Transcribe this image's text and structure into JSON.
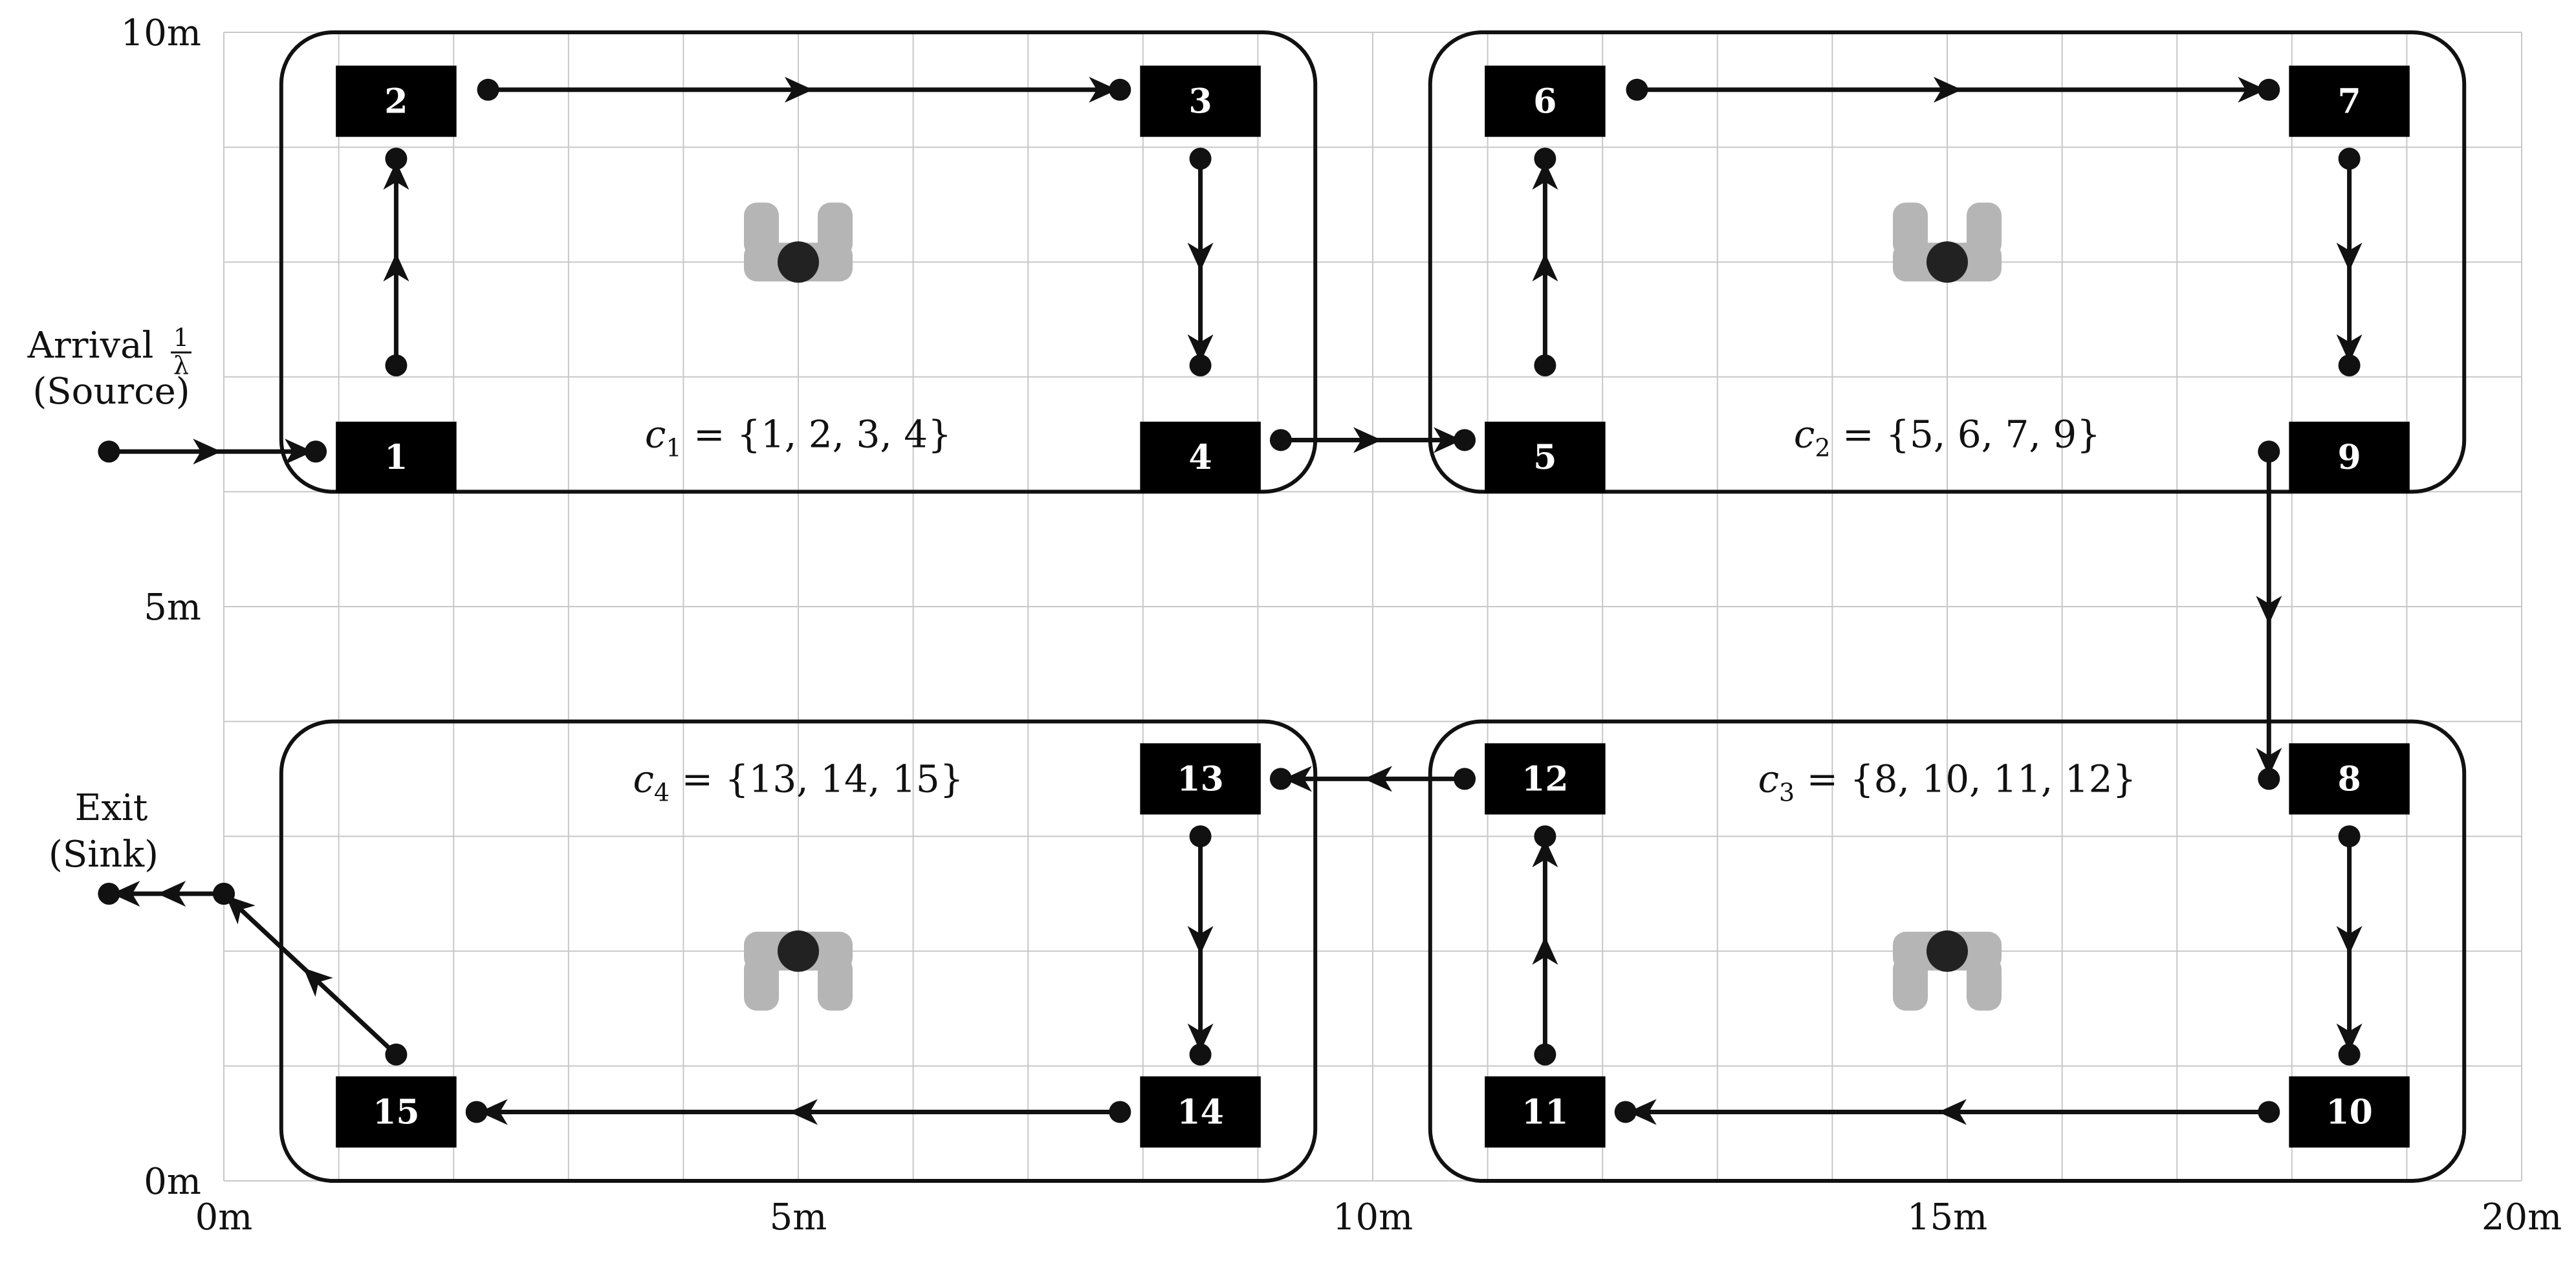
{
  "axes": {
    "x_ticks": [
      {
        "value": 0,
        "label": "0m"
      },
      {
        "value": 5,
        "label": "5m"
      },
      {
        "value": 10,
        "label": "10m"
      },
      {
        "value": 15,
        "label": "15m"
      },
      {
        "value": 20,
        "label": "20m"
      }
    ],
    "y_ticks": [
      {
        "value": 0,
        "label": "0m"
      },
      {
        "value": 5,
        "label": "5m"
      },
      {
        "value": 10,
        "label": "10m"
      }
    ],
    "grid_step": 1,
    "x_range": [
      0,
      20
    ],
    "y_range": [
      0,
      10
    ]
  },
  "source": {
    "line1": "Arrival",
    "frac_num": "1",
    "frac_den": "λ",
    "line2": "(Source)"
  },
  "sink": {
    "line1": "Exit",
    "line2": "(Sink)"
  },
  "stations": [
    {
      "id": "1",
      "x": 1.5,
      "y": 6.3
    },
    {
      "id": "2",
      "x": 1.5,
      "y": 9.4
    },
    {
      "id": "3",
      "x": 8.5,
      "y": 9.4
    },
    {
      "id": "4",
      "x": 8.5,
      "y": 6.3
    },
    {
      "id": "5",
      "x": 11.5,
      "y": 6.3
    },
    {
      "id": "6",
      "x": 11.5,
      "y": 9.4
    },
    {
      "id": "7",
      "x": 18.5,
      "y": 9.4
    },
    {
      "id": "9",
      "x": 18.5,
      "y": 6.3
    },
    {
      "id": "8",
      "x": 18.5,
      "y": 3.5
    },
    {
      "id": "10",
      "x": 18.5,
      "y": 0.6
    },
    {
      "id": "11",
      "x": 11.5,
      "y": 0.6
    },
    {
      "id": "12",
      "x": 11.5,
      "y": 3.5
    },
    {
      "id": "13",
      "x": 8.5,
      "y": 3.5
    },
    {
      "id": "14",
      "x": 8.5,
      "y": 0.6
    },
    {
      "id": "15",
      "x": 1.5,
      "y": 0.6
    }
  ],
  "clusters": [
    {
      "name": "c1",
      "sym": "c",
      "sub": "1",
      "members": "= {1, 2, 3, 4}",
      "x0": 0.5,
      "y0": 6.0,
      "x1": 9.5,
      "y1": 10.0,
      "label_x": 5.0,
      "label_y": 6.5,
      "robot": {
        "x": 5.0,
        "y": 8.0,
        "flip": false
      }
    },
    {
      "name": "c2",
      "sym": "c",
      "sub": "2",
      "members": "= {5, 6, 7, 9}",
      "x0": 10.5,
      "y0": 6.0,
      "x1": 19.5,
      "y1": 10.0,
      "label_x": 15.0,
      "label_y": 6.5,
      "robot": {
        "x": 15.0,
        "y": 8.0,
        "flip": false
      }
    },
    {
      "name": "c3",
      "sym": "c",
      "sub": "3",
      "members": "= {8, 10, 11, 12}",
      "x0": 10.5,
      "y0": 0.0,
      "x1": 19.5,
      "y1": 4.0,
      "label_x": 15.0,
      "label_y": 3.5,
      "robot": {
        "x": 15.0,
        "y": 2.0,
        "flip": true
      }
    },
    {
      "name": "c4",
      "sym": "c",
      "sub": "4",
      "members": "= {13, 14, 15}",
      "x0": 0.5,
      "y0": 0.0,
      "x1": 9.5,
      "y1": 4.0,
      "label_x": 5.0,
      "label_y": 3.5,
      "robot": {
        "x": 5.0,
        "y": 2.0,
        "flip": true
      }
    }
  ],
  "flows": [
    {
      "from": [
        -1.0,
        6.35
      ],
      "to": [
        0.8,
        6.35
      ],
      "label": "source-to-1"
    },
    {
      "from": [
        1.5,
        7.1
      ],
      "to": [
        1.5,
        8.9
      ],
      "label": "1-to-2"
    },
    {
      "from": [
        2.3,
        9.5
      ],
      "to": [
        7.8,
        9.5
      ],
      "label": "2-to-3"
    },
    {
      "from": [
        8.5,
        8.9
      ],
      "to": [
        8.5,
        7.1
      ],
      "label": "3-to-4"
    },
    {
      "from": [
        9.2,
        6.45
      ],
      "to": [
        10.8,
        6.45
      ],
      "label": "4-to-5"
    },
    {
      "from": [
        11.5,
        7.1
      ],
      "to": [
        11.5,
        8.9
      ],
      "label": "5-to-6"
    },
    {
      "from": [
        12.3,
        9.5
      ],
      "to": [
        17.8,
        9.5
      ],
      "label": "6-to-7"
    },
    {
      "from": [
        18.5,
        8.9
      ],
      "to": [
        18.5,
        7.1
      ],
      "label": "7-to-9"
    },
    {
      "from": [
        17.8,
        6.35
      ],
      "to": [
        17.8,
        3.5
      ],
      "label": "9-to-8"
    },
    {
      "from": [
        18.5,
        3.0
      ],
      "to": [
        18.5,
        1.1
      ],
      "label": "8-to-10"
    },
    {
      "from": [
        17.8,
        0.6
      ],
      "to": [
        12.2,
        0.6
      ],
      "label": "10-to-11"
    },
    {
      "from": [
        11.5,
        1.1
      ],
      "to": [
        11.5,
        3.0
      ],
      "label": "11-to-12"
    },
    {
      "from": [
        10.8,
        3.5
      ],
      "to": [
        9.2,
        3.5
      ],
      "label": "12-to-13"
    },
    {
      "from": [
        8.5,
        3.0
      ],
      "to": [
        8.5,
        1.1
      ],
      "label": "13-to-14"
    },
    {
      "from": [
        7.8,
        0.6
      ],
      "to": [
        2.2,
        0.6
      ],
      "label": "14-to-15"
    },
    {
      "from": [
        1.5,
        1.1
      ],
      "to": [
        0.0,
        2.5
      ],
      "label": "15-to-waypoint"
    },
    {
      "from": [
        0.0,
        2.5
      ],
      "to": [
        -1.0,
        2.5
      ],
      "label": "waypoint-to-sink"
    }
  ]
}
